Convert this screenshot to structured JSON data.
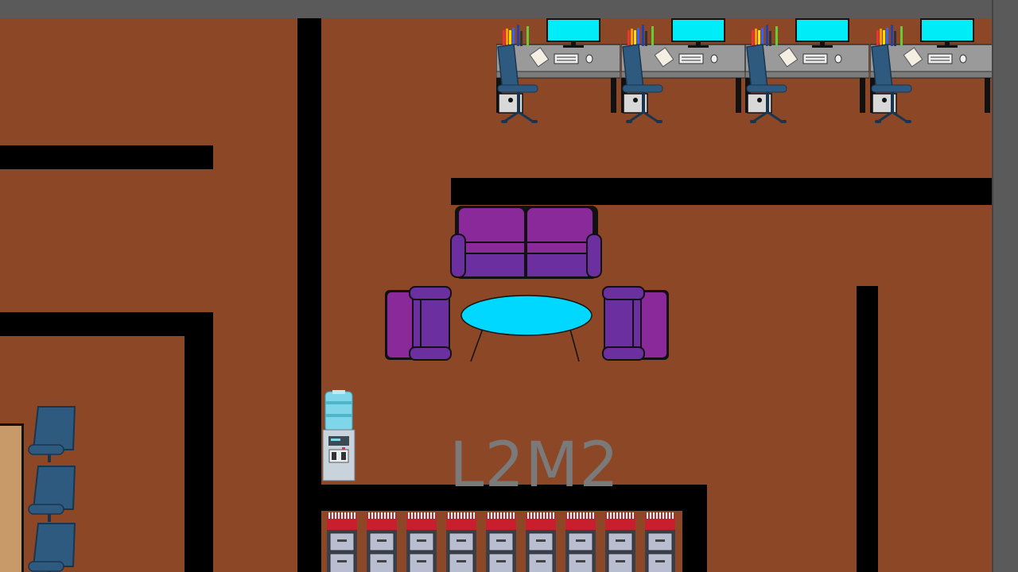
{
  "map": {
    "label": "L2M2",
    "floor_color": "#8b4726",
    "wall_color": "#000000",
    "frame_color": "#5a5a5a"
  },
  "furniture": {
    "workstations": 4,
    "sofa_color": "#8a2a9a",
    "table_color": "#00d8ff",
    "cabinets": 9,
    "waiting_chairs": 3
  },
  "icons": [
    "desk-icon",
    "office-chair-icon",
    "monitor-icon",
    "sofa-icon",
    "armchair-icon",
    "coffee-table-icon",
    "water-cooler-icon",
    "file-cabinet-icon"
  ]
}
